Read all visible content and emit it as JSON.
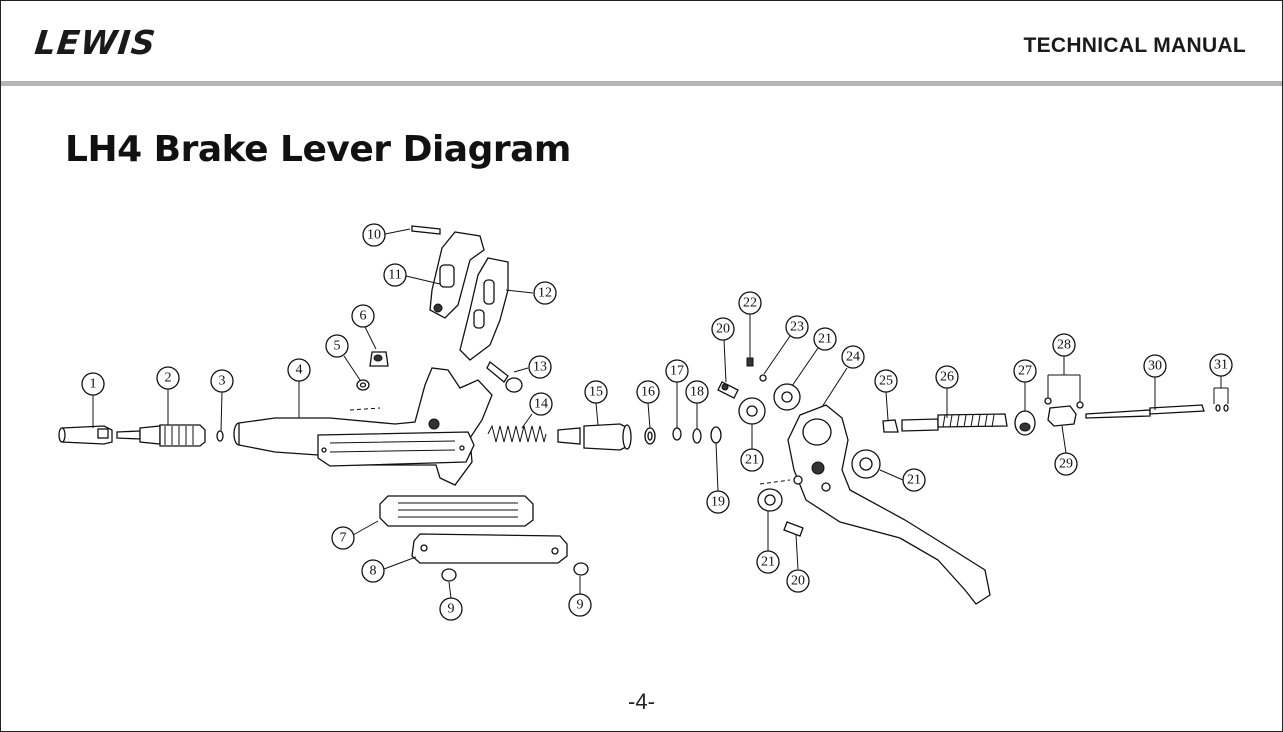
{
  "header": {
    "brand": "LEWIS",
    "doc_title": "TECHNICAL MANUAL"
  },
  "page": {
    "title": "LH4 Brake Lever Diagram",
    "number": "-4-"
  },
  "diagram": {
    "callouts": [
      "1",
      "2",
      "3",
      "4",
      "5",
      "6",
      "7",
      "8",
      "9",
      "9",
      "10",
      "11",
      "12",
      "13",
      "14",
      "15",
      "16",
      "17",
      "18",
      "19",
      "20",
      "20",
      "21",
      "21",
      "21",
      "21",
      "22",
      "23",
      "24",
      "25",
      "26",
      "27",
      "28",
      "29",
      "30",
      "31"
    ]
  }
}
